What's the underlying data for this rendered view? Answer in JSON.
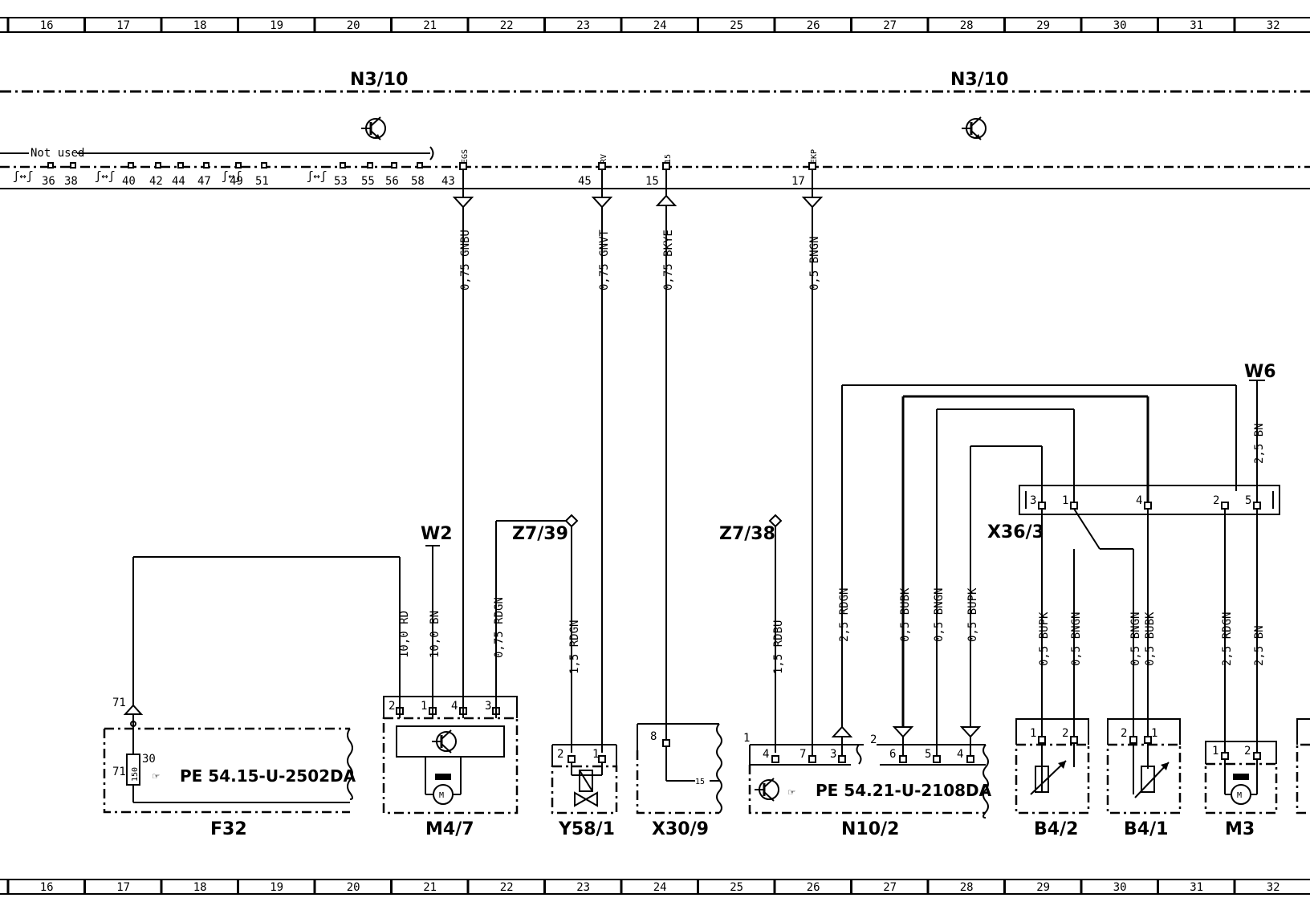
{
  "grid": {
    "columns": [
      "16",
      "17",
      "18",
      "19",
      "20",
      "21",
      "22",
      "23",
      "24",
      "25",
      "26",
      "27",
      "28",
      "29",
      "30",
      "31",
      "32"
    ]
  },
  "control_unit": {
    "name_left": "N3/10",
    "name_right": "N3/10",
    "not_used_label": "Not used",
    "unused_pins": [
      "36",
      "38",
      "40",
      "42",
      "44",
      "47",
      "49",
      "51",
      "53",
      "55",
      "56",
      "58"
    ],
    "pins": [
      {
        "num": "43",
        "signal": "EGS",
        "wire": "0,75 GNBU"
      },
      {
        "num": "45",
        "signal": "RV",
        "wire": "0,75 GNVT"
      },
      {
        "num": "15",
        "signal": "15",
        "wire": "0,75 BKYE"
      },
      {
        "num": "17",
        "signal": "EKP",
        "wire": "0,5 BNGN"
      }
    ]
  },
  "connections": {
    "W2": "W2",
    "W6": "W6",
    "Z7_39": "Z7/39",
    "Z7_38": "Z7/38",
    "X36_3": "X36/3"
  },
  "wires": {
    "f32_rd": "10,0 RD",
    "w2_bn": "10,0 BN",
    "z739_m47": "0,75 RDGN",
    "z739_y58": "1,5 RDGN",
    "z738_n10": "1,5 RDBU",
    "n10_p3": "2,5 RDGN",
    "n10_p6": "0,5 BUBK",
    "n10_p5": "0,5 BNGN",
    "n10_p4": "0,5 BUPK",
    "b42_p1": "0,5 BUPK",
    "b42_p2": "0,5 BNGN",
    "b41_p2": "0,5 BNGN",
    "b41_p1": "0,5 BUBK",
    "m3_p1": "2,5 RDGN",
    "m3_p2": "2,5 BN",
    "w6_bn": "2,5 BN"
  },
  "x36_pins": [
    "3",
    "1",
    "4",
    "2",
    "5"
  ],
  "components": [
    {
      "id": "F32",
      "label": "F32",
      "ref": "PE  54.15-U-2502DA",
      "terminal_top": "71",
      "fuse": "150",
      "pin_a": "30",
      "pin_b": "71"
    },
    {
      "id": "M4/7",
      "label": "M4/7",
      "pins": [
        "2",
        "1",
        "4",
        "3"
      ]
    },
    {
      "id": "Y58/1",
      "label": "Y58/1",
      "pins": [
        "2",
        "1"
      ]
    },
    {
      "id": "X30/9",
      "label": "X30/9",
      "pins": [
        "8",
        "15"
      ]
    },
    {
      "id": "N10/2",
      "label": "N10/2",
      "ref": "PE  54.21-U-2108DA",
      "pins_left": [
        "1",
        "4",
        "7",
        "3"
      ],
      "pins_right": [
        "2",
        "6",
        "5",
        "4"
      ]
    },
    {
      "id": "B4/2",
      "label": "B4/2",
      "pins": [
        "1",
        "2"
      ]
    },
    {
      "id": "B4/1",
      "label": "B4/1",
      "pins": [
        "2",
        "1"
      ]
    },
    {
      "id": "M3",
      "label": "M3",
      "pins": [
        "1",
        "2"
      ]
    }
  ]
}
